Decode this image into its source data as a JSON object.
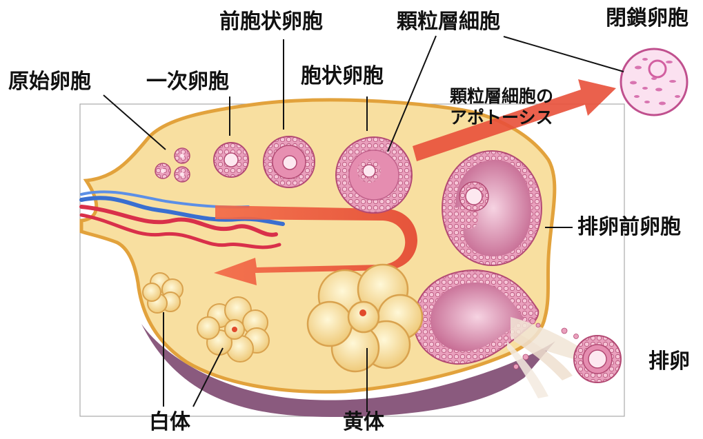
{
  "labels": {
    "primordial_follicle": "原始卵胞",
    "primary_follicle": "一次卵胞",
    "preantral_follicle": "前胞状卵胞",
    "antral_follicle": "胞状卵胞",
    "granulosa_cell": "顆粒層細胞",
    "atretic_follicle": "閉鎖卵胞",
    "granulosa_apoptosis_line1": "顆粒層細胞の",
    "granulosa_apoptosis_line2": "アポトーシス",
    "preovulatory_follicle": "排卵前卵胞",
    "ovulation": "排卵",
    "corpus_albicans": "白体",
    "corpus_luteum": "黄体"
  },
  "colors": {
    "ovary_fill": "#f8dfa0",
    "ovary_edge": "#e2a23c",
    "follicle_pink": "#e491b1",
    "follicle_edge": "#b34a74",
    "arrow_red": "#e8503a",
    "corpus_yellow": "#fbe7a0",
    "stroma_purple": "#8a5a7e",
    "artery": "#d9304a",
    "vein": "#3a6fd0"
  }
}
